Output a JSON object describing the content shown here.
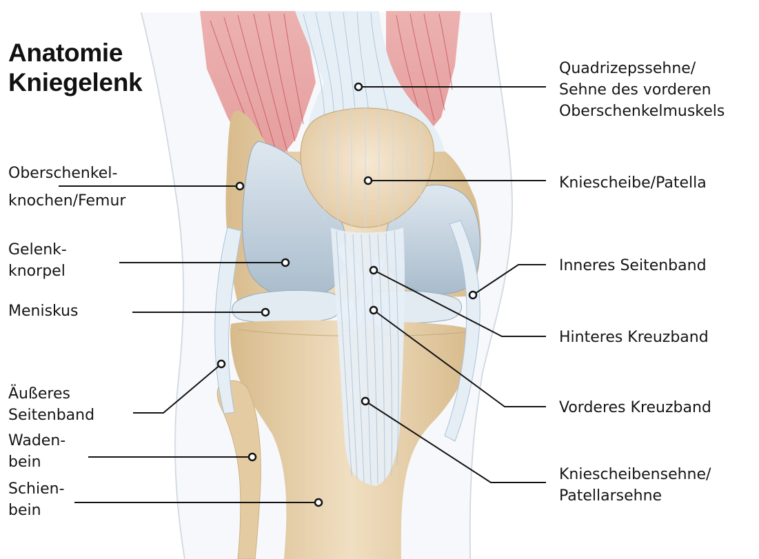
{
  "title": {
    "line1": "Anatomie",
    "line2": "Kniegelenk"
  },
  "labels": {
    "quadrizeps": {
      "line1": "Quadrizepssehne/",
      "line2": "Sehne des vorderen",
      "line3": "Oberschenkelmuskels"
    },
    "kniescheibe": {
      "line1": "Kniescheibe/Patella"
    },
    "inneres_seitenband": {
      "line1": "Inneres Seitenband"
    },
    "hinteres_kreuzband": {
      "line1": "Hinteres Kreuzband"
    },
    "vorderes_kreuzband": {
      "line1": "Vorderes Kreuzband"
    },
    "patellarsehne": {
      "line1": "Kniescheibensehne/",
      "line2": "Patellarsehne"
    },
    "femur": {
      "line1": "Oberschenkel-",
      "line2": "knochen/Femur"
    },
    "gelenkknorpel": {
      "line1": "Gelenk-",
      "line2": "knorpel"
    },
    "meniskus": {
      "line1": "Meniskus"
    },
    "aeusseres_seitenband": {
      "line1": "Äußeres",
      "line2": "Seitenband"
    },
    "wadenbein": {
      "line1": "Waden-",
      "line2": "bein"
    },
    "schienbein": {
      "line1": "Schien-",
      "line2": "bein"
    }
  },
  "colors": {
    "muscle": "#e8a7a5",
    "muscle_lines": "#c9525b",
    "bone": "#e9d4b0",
    "bone_shade": "#d9bd8f",
    "cartilage": "#c5d4e0",
    "ligament": "#e5eef6",
    "ligament_lines": "#a9c2d8",
    "leader": "#111111"
  }
}
